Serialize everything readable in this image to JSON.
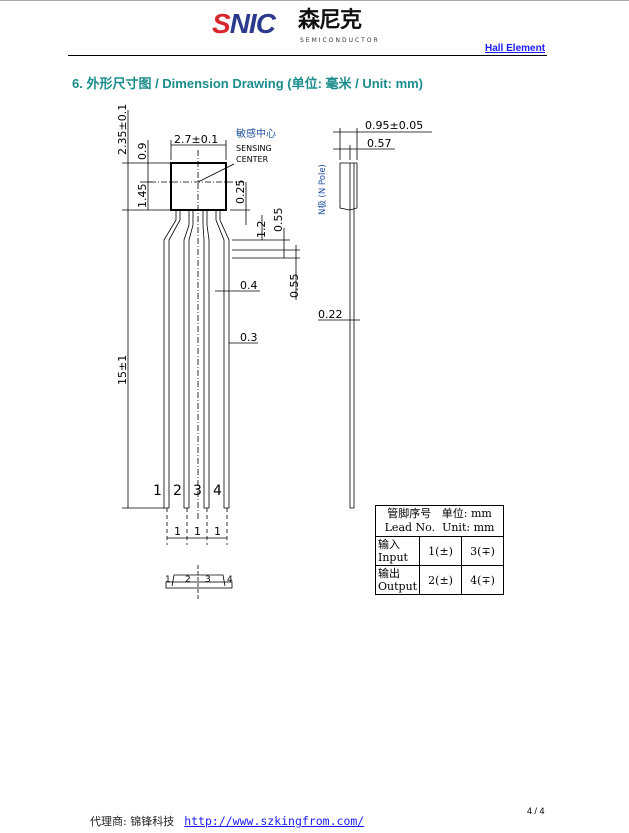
{
  "header": {
    "logo_latin_s": "S",
    "logo_latin_rest": "NIC",
    "logo_chinese": "森尼克",
    "logo_sub": "SEMICONDUCTOR",
    "doc_tag": "Hall  Element"
  },
  "section_title": "6.  外形尺寸图  / Dimension Drawing (单位:  毫米  / Unit: mm)",
  "drawing": {
    "dim_total_height": "2.35±0.1",
    "dim_09": "0.9",
    "dim_width": "2.7±0.1",
    "dim_145": "1.45",
    "dim_025": "0.25",
    "dim_12": "1.2",
    "dim_055a": "0.55",
    "dim_055b": "0.55",
    "dim_04": "0.4",
    "dim_03": "0.3",
    "dim_lead_len": "15±1",
    "sensing_cn": "敏感中心",
    "sensing_en1": "SENSING",
    "sensing_en2": "CENTER",
    "lead_labels": [
      "1",
      "2",
      "3",
      "4"
    ],
    "pitch": [
      "1",
      "1",
      "1"
    ],
    "side_dim_thick": "0.95±0.05",
    "side_dim_057": "0.57",
    "side_dim_022": "0.22",
    "n_pole": "N极 (N Pole)",
    "bottom_labels": [
      "1",
      "2",
      "3",
      "4"
    ]
  },
  "lead_table": {
    "header_cn": "管脚序号   单位: mm",
    "header_en": "Lead No.  Unit: mm",
    "rows": [
      {
        "cn": "输入",
        "en": "Input",
        "a": "1(±)",
        "b": "3(∓)"
      },
      {
        "cn": "输出",
        "en": "Output",
        "a": "2(±)",
        "b": "4(∓)"
      }
    ]
  },
  "footer": {
    "agent": "代理商: 锦锋科技",
    "url": "http://www.szkingfrom.com/",
    "page": "4 / 4"
  }
}
